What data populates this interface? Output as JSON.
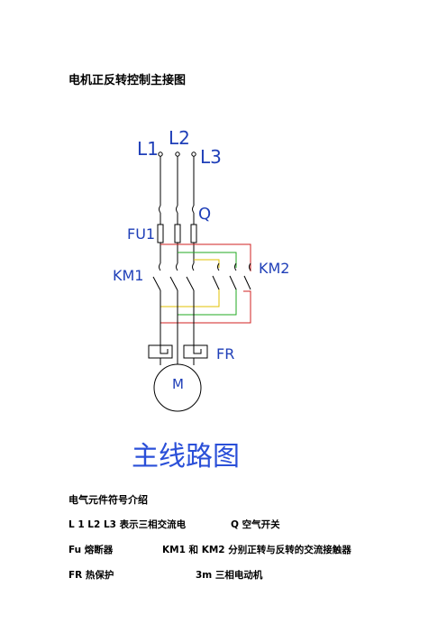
{
  "document": {
    "title": "电机正反转控制主接图"
  },
  "diagram": {
    "labels": {
      "l1": "L1",
      "l2": "L2",
      "l3": "L3",
      "q": "Q",
      "fu1": "FU1",
      "km1": "KM1",
      "km2": "KM2",
      "fr": "FR",
      "motor": "M"
    },
    "caption": "主线路图",
    "colors": {
      "wire": "#000000",
      "label": "#1f3fb8",
      "km2_red": "#d22020",
      "km2_green": "#22aa22",
      "km2_yellow": "#e0c000",
      "caption": "#2a4fd8"
    }
  },
  "legend": {
    "heading": "电气元件符号介绍",
    "row1": {
      "left": "L 1    L2    L3  表示三相交流电",
      "right": "Q  空气开关"
    },
    "row2": {
      "left": "Fu  熔断器",
      "right": "KM1  和 KM2 分别正转与反转的交流接触器"
    },
    "row3": {
      "left": "FR    热保护",
      "right": "3m    三相电动机"
    }
  }
}
